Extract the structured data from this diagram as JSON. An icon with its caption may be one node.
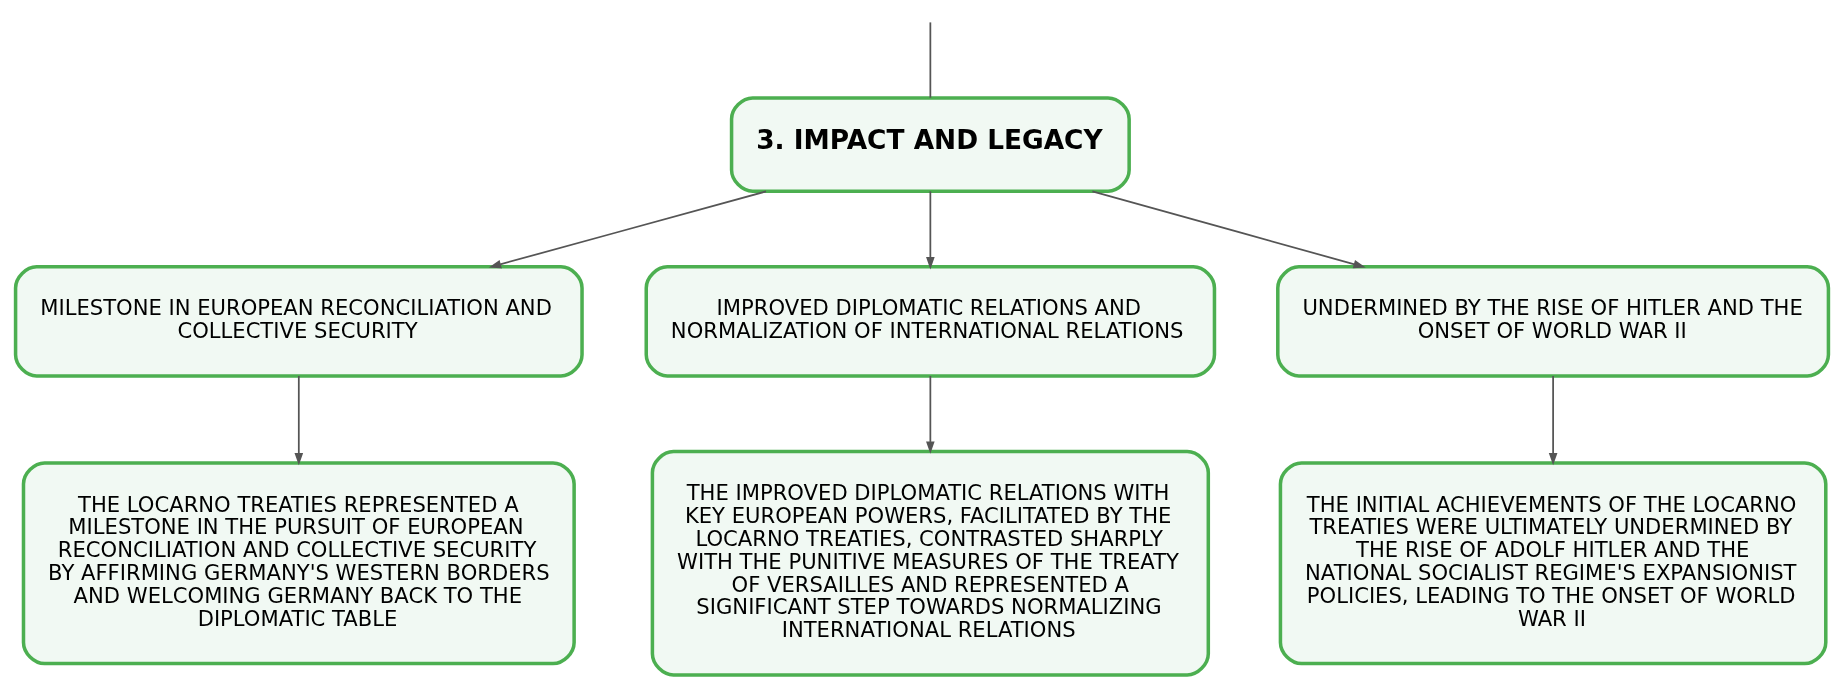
{
  "diagram": {
    "nodes": [
      {
        "text": [
          "3. IMPACT AND LEGACY"
        ]
      },
      {
        "text": [
          "MILESTONE IN EUROPEAN RECONCILIATION AND COLLECTIVE SECURITY"
        ]
      },
      {
        "text": [
          "IMPROVED DIPLOMATIC RELATIONS AND NORMALIZATION OF INTERNATIONAL RELATIONS"
        ]
      },
      {
        "text": [
          "UNDERMINED BY THE RISE OF HITLER AND THE ONSET OF WORLD WAR II"
        ]
      },
      {
        "text": [
          "THE LOCARNO TREATIES REPRESENTED A MILESTONE IN THE PURSUIT OF EUROPEAN RECONCILIATION AND COLLECTIVE SECURITY BY AFFIRMING GERMANY'S WESTERN BORDERS AND WELCOMING GERMANY BACK TO THE DIPLOMATIC TABLE"
        ]
      },
      {
        "text": [
          "THE IMPROVED DIPLOMATIC RELATIONS WITH KEY EUROPEAN POWERS, FACILITATED BY THE LOCARNO TREATIES, CONTRASTED SHARPLY WITH THE PUNITIVE MEASURES OF THE TREATY OF VERSAILLES AND REPRESENTED A SIGNIFICANT STEP TOWARDS NORMALIZING INTERNATIONAL RELATIONS"
        ]
      },
      {
        "text": [
          "THE INITIAL ACHIEVEMENTS OF THE LOCARNO TREATIES WERE ULTIMATELY UNDERMINED BY THE RISE OF ADOLF HITLER AND THE NATIONAL SOCIALIST REGIME'S EXPANSIONIST POLICIES, LEADING TO THE ONSET OF WORLD WAR II"
        ]
      }
    ],
    "edges": [
      {
        "from": null,
        "to": 0,
        "arrow": "none"
      },
      {
        "from": 0,
        "to": 1,
        "arrow": "to"
      },
      {
        "from": 0,
        "to": 2,
        "arrow": "to"
      },
      {
        "from": 0,
        "to": 3,
        "arrow": "to"
      },
      {
        "from": 1,
        "to": 4,
        "arrow": "to"
      },
      {
        "from": 2,
        "to": 5,
        "arrow": "to"
      },
      {
        "from": 3,
        "to": 6,
        "arrow": "to"
      }
    ]
  }
}
